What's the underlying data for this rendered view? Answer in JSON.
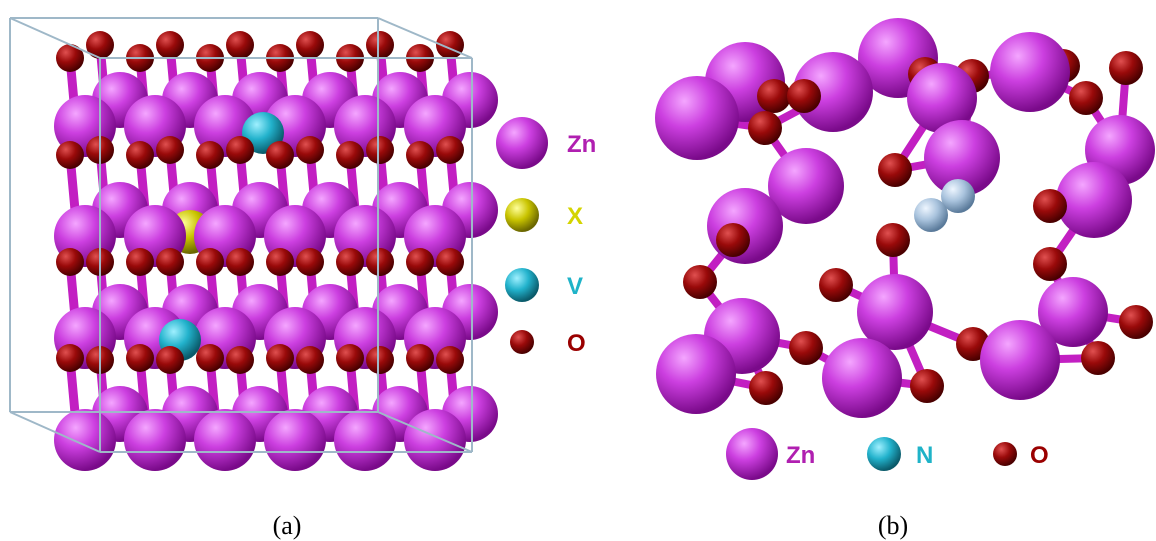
{
  "panel_a": {
    "caption": "(a)",
    "legend": [
      {
        "label": "Zn",
        "color": "#b01fb0",
        "size": "large"
      },
      {
        "label": "X",
        "color": "#d4d400",
        "size": "medium"
      },
      {
        "label": "V",
        "color": "#1fb3c8",
        "size": "medium"
      },
      {
        "label": "O",
        "color": "#9a0000",
        "size": "small"
      }
    ]
  },
  "panel_b": {
    "caption": "(b)",
    "legend": [
      {
        "label": "Zn",
        "color": "#b01fb0",
        "size": "large"
      },
      {
        "label": "N",
        "color": "#1fb3c8",
        "size": "medium"
      },
      {
        "label": "O",
        "color": "#9a0000",
        "size": "small"
      }
    ]
  },
  "colors": {
    "zn": "#c43fd6",
    "o": "#9a0a0a",
    "v": "#22b2cc",
    "x": "#c9c400",
    "n": "#a9c3dd",
    "bond": "#c21fc2",
    "cell": "#9fb8c8"
  }
}
